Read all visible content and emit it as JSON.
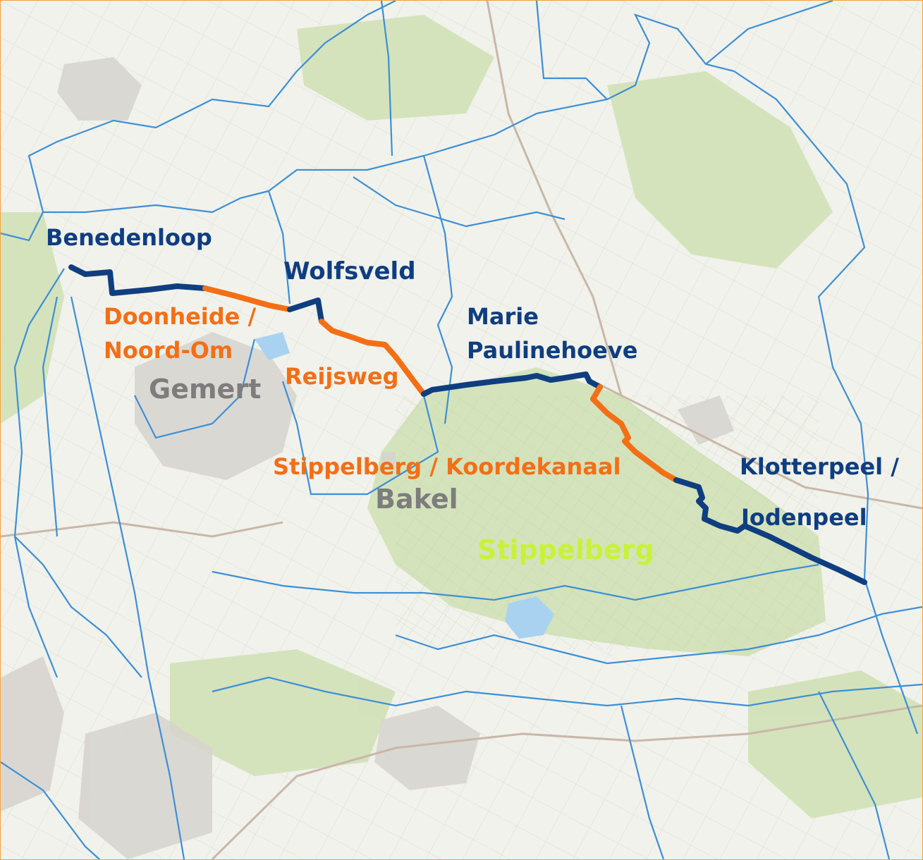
{
  "labels": {
    "benedenloop": "Benedenloop",
    "wolfsveld": "Wolfsveld",
    "doonheide_line1": "Doonheide /",
    "doonheide_line2": "Noord-Om",
    "gemert": "Gemert",
    "reijsweg": "Reijsweg",
    "marie_line1": "Marie",
    "marie_line2": "Paulinehoeve",
    "stippelberg_koordekanaal": "Stippelberg / Koordekanaal",
    "klotterpeel_line1": "Klotterpeel /",
    "klotterpeel_line2": "Iodenpeel",
    "stippelberg_area": "Stippelberg",
    "bakel": "Bakel"
  },
  "colors": {
    "route_navy": "#0f3e80",
    "route_orange": "#f36f16",
    "water_blue": "#3d8fd6",
    "forest_green": "#cfe0b4",
    "place_grey": "#7d7d7d",
    "area_lime": "#c8f23a",
    "frame": "#f2a23a"
  },
  "icons": {
    "route": "river-route-line",
    "waterways": "waterway-lines"
  }
}
